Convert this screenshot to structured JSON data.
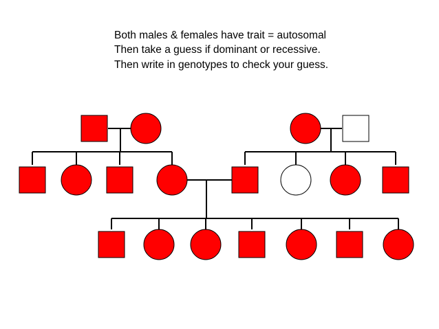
{
  "instructions": {
    "line1": "Both males & females have trait = autosomal",
    "line2": "Then take a guess if dominant or recessive.",
    "line3": "Then write in genotypes to check your guess."
  },
  "colors": {
    "affected": "#ff0000",
    "unaffected": "#ffffff",
    "outline": "#000000",
    "line": "#000000"
  },
  "pedigree": {
    "symbols": {
      "male": "square-icon",
      "female": "circle-icon"
    },
    "generation_1": [
      {
        "id": "g1-left-father",
        "sex": "male",
        "affected": true
      },
      {
        "id": "g1-left-mother",
        "sex": "female",
        "affected": true
      },
      {
        "id": "g1-right-mother",
        "sex": "female",
        "affected": true
      },
      {
        "id": "g1-right-father",
        "sex": "male",
        "affected": false
      }
    ],
    "generation_2": [
      {
        "id": "g2-1",
        "sex": "male",
        "affected": true
      },
      {
        "id": "g2-2",
        "sex": "female",
        "affected": true
      },
      {
        "id": "g2-3",
        "sex": "male",
        "affected": true
      },
      {
        "id": "g2-4",
        "sex": "female",
        "affected": true
      },
      {
        "id": "g2-5",
        "sex": "male",
        "affected": true
      },
      {
        "id": "g2-6",
        "sex": "female",
        "affected": false
      },
      {
        "id": "g2-7",
        "sex": "female",
        "affected": true
      },
      {
        "id": "g2-8",
        "sex": "male",
        "affected": true
      }
    ],
    "generation_3": [
      {
        "id": "g3-1",
        "sex": "male",
        "affected": true
      },
      {
        "id": "g3-2",
        "sex": "female",
        "affected": true
      },
      {
        "id": "g3-3",
        "sex": "female",
        "affected": true
      },
      {
        "id": "g3-4",
        "sex": "male",
        "affected": true
      },
      {
        "id": "g3-5",
        "sex": "female",
        "affected": true
      },
      {
        "id": "g3-6",
        "sex": "male",
        "affected": true
      },
      {
        "id": "g3-7",
        "sex": "female",
        "affected": true
      }
    ]
  }
}
